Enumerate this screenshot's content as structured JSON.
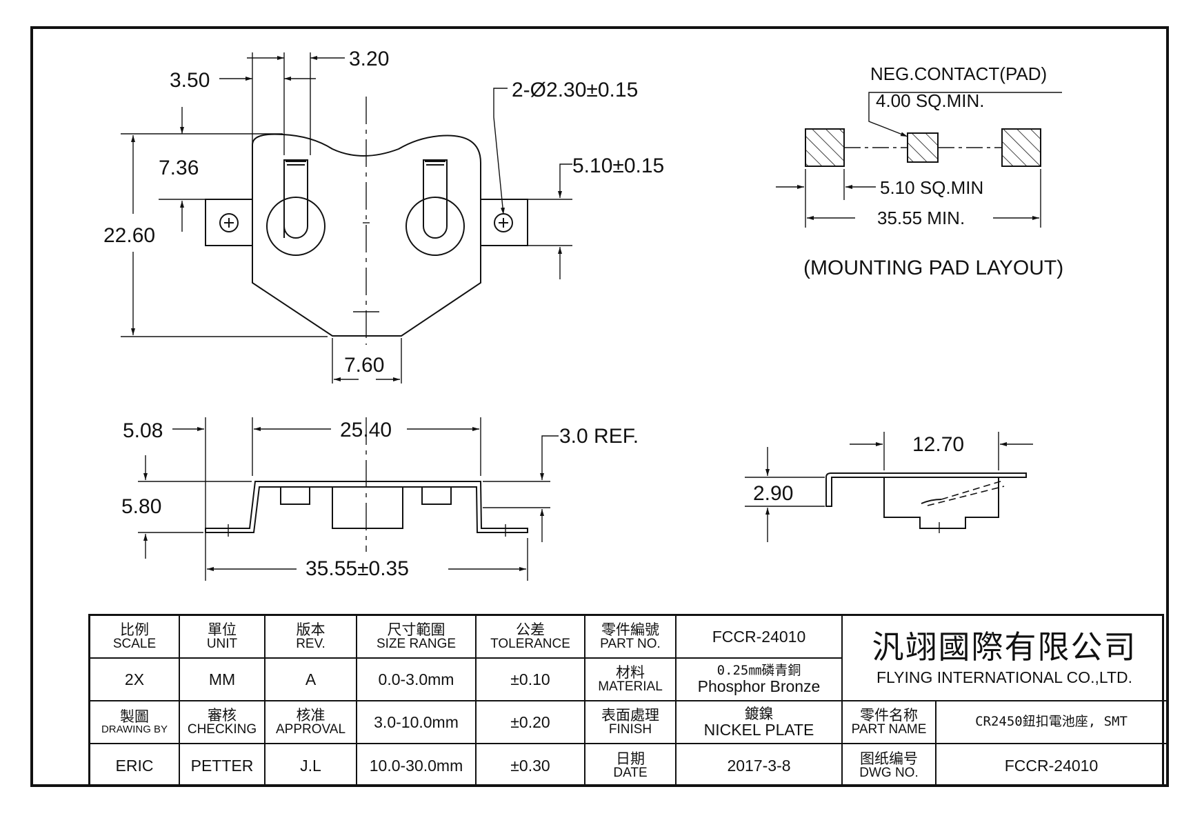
{
  "top_view": {
    "dims": {
      "d_3_20": "3.20",
      "d_3_50": "3.50",
      "d_hole": "2-Ø2.30±0.15",
      "d_7_36": "7.36",
      "d_5_10": "5.10±0.15",
      "d_22_60": "22.60",
      "d_7_60": "7.60"
    }
  },
  "mounting_pad": {
    "neg_contact": "NEG.CONTACT(PAD)",
    "sq_4": "4.00 SQ.MIN.",
    "sq_5": "5.10 SQ.MIN",
    "span": "35.55 MIN.",
    "caption": "(MOUNTING PAD LAYOUT)"
  },
  "side_view": {
    "dims": {
      "d_5_08": "5.08",
      "d_25_40": "25.40",
      "d_3_ref": "3.0 REF.",
      "d_5_80": "5.80",
      "d_35_55": "35.55±0.35"
    }
  },
  "end_view": {
    "dims": {
      "d_12_70": "12.70",
      "d_2_90": "2.90"
    }
  },
  "title_block": {
    "scale_zh": "比例",
    "scale_en": "SCALE",
    "unit_zh": "單位",
    "unit_en": "UNIT",
    "rev_zh": "版本",
    "rev_en": "REV.",
    "size_zh": "尺寸範圍",
    "size_en": "SIZE RANGE",
    "tol_zh": "公差",
    "tol_en": "TOLERANCE",
    "partno_zh": "零件編號",
    "partno_en": "PART NO.",
    "partno_value": "FCCR-24010",
    "company_cn": "汎翊國際有限公司",
    "company_en": "FLYING INTERNATIONAL CO.,LTD.",
    "scale_value": "2X",
    "unit_value": "MM",
    "rev_value": "A",
    "range1": "0.0-3.0mm",
    "tol1": "±0.10",
    "material_zh": "材料",
    "material_en": "MATERIAL",
    "material_zh_value": "0.25㎜磷青銅",
    "material_en_value": "Phosphor Bronze",
    "drawing_zh": "製圖",
    "drawing_en": "DRAWING BY",
    "checking_zh": "審核",
    "checking_en": "CHECKING",
    "approval_zh": "核准",
    "approval_en": "APPROVAL",
    "range2": "3.0-10.0mm",
    "tol2": "±0.20",
    "finish_zh": "表面處理",
    "finish_en": "FINISH",
    "finish_zh_value": "鍍鎳",
    "finish_en_value": "NICKEL PLATE",
    "partname_zh": "零件名称",
    "partname_en": "PART NAME",
    "partname_value": "CR2450鈕扣電池座, SMT",
    "drawer": "ERIC",
    "checker": "PETTER",
    "approver": "J.L",
    "range3": "10.0-30.0mm",
    "tol3": "±0.30",
    "date_zh": "日期",
    "date_en": "DATE",
    "date_value": "2017-3-8",
    "dwg_zh": "图纸编号",
    "dwg_en": "DWG NO.",
    "dwg_value": "FCCR-24010"
  }
}
